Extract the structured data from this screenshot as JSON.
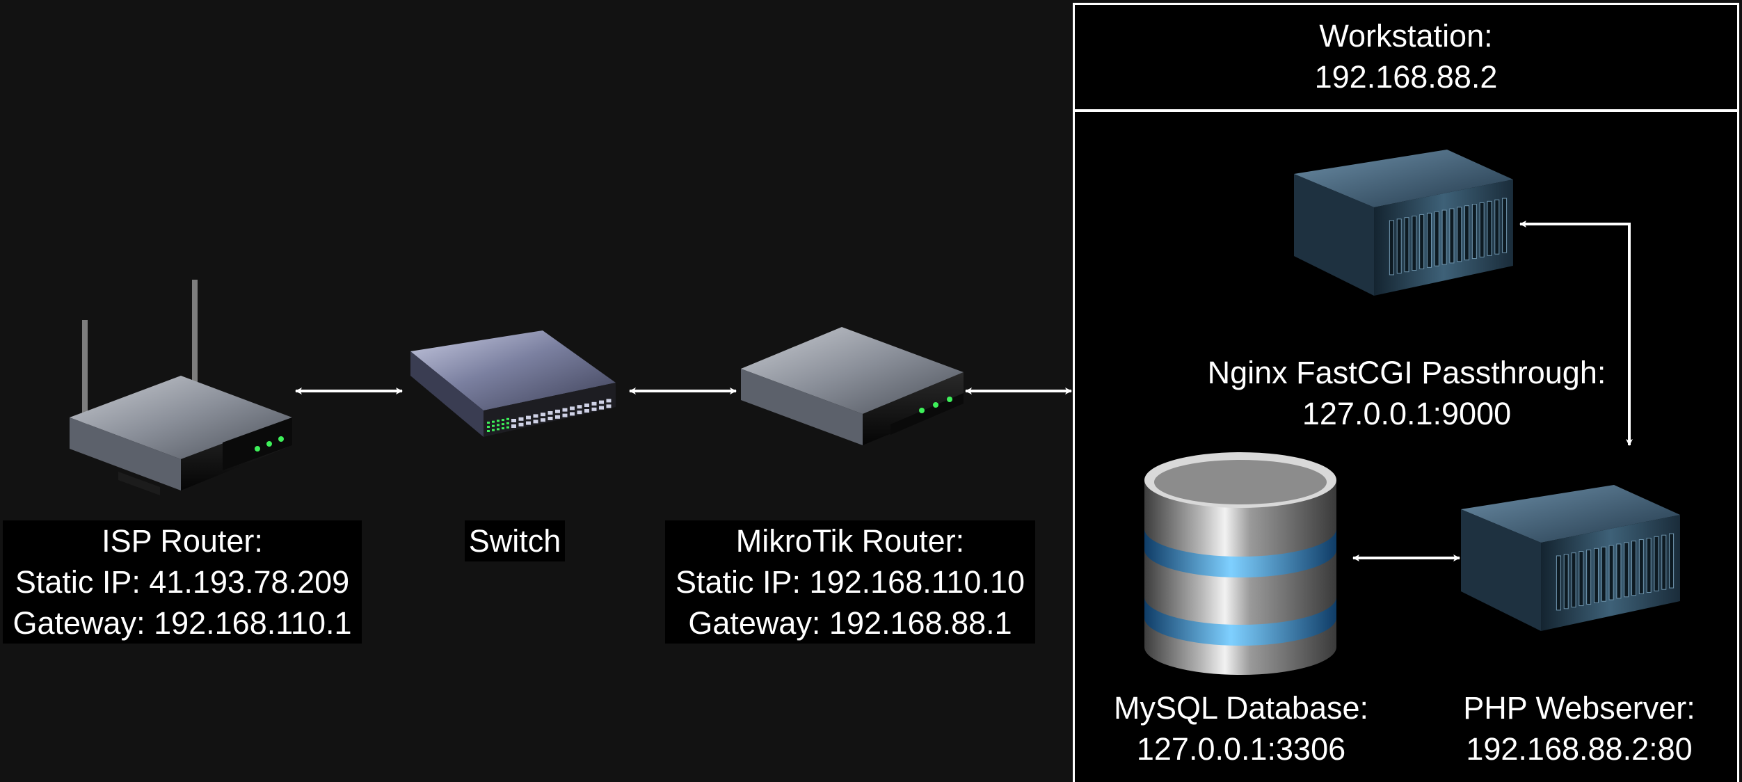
{
  "workstation": {
    "title": "Workstation:",
    "ip": "192.168.88.2"
  },
  "nodes": {
    "isp_router": {
      "icon": "wifi-router-icon",
      "lines": [
        "ISP Router:",
        "Static IP: 41.193.78.209",
        "Gateway: 192.168.110.1"
      ]
    },
    "switch": {
      "icon": "network-switch-icon",
      "lines": [
        "Switch"
      ]
    },
    "mikrotik_router": {
      "icon": "router-icon",
      "lines": [
        "MikroTik Router:",
        "Static IP: 192.168.110.10",
        "Gateway: 192.168.88.1"
      ]
    },
    "nginx": {
      "icon": "server-icon",
      "lines": [
        "Nginx FastCGI Passthrough:",
        "127.0.0.1:9000"
      ]
    },
    "mysql": {
      "icon": "database-icon",
      "lines": [
        "MySQL Database:",
        "127.0.0.1:3306"
      ]
    },
    "php": {
      "icon": "server-icon",
      "lines": [
        "PHP Webserver:",
        "192.168.88.2:80"
      ]
    }
  },
  "connections": [
    {
      "from": "isp_router",
      "to": "switch",
      "arrows": "both"
    },
    {
      "from": "switch",
      "to": "mikrotik_router",
      "arrows": "both"
    },
    {
      "from": "mikrotik_router",
      "to": "workstation",
      "arrows": "both"
    },
    {
      "from": "nginx",
      "to": "php",
      "arrows": "both"
    },
    {
      "from": "mysql",
      "to": "php",
      "arrows": "both"
    }
  ],
  "colors": {
    "background": "#121212",
    "panel": "#000000",
    "text": "#ffffff",
    "connector": "#ffffff"
  }
}
